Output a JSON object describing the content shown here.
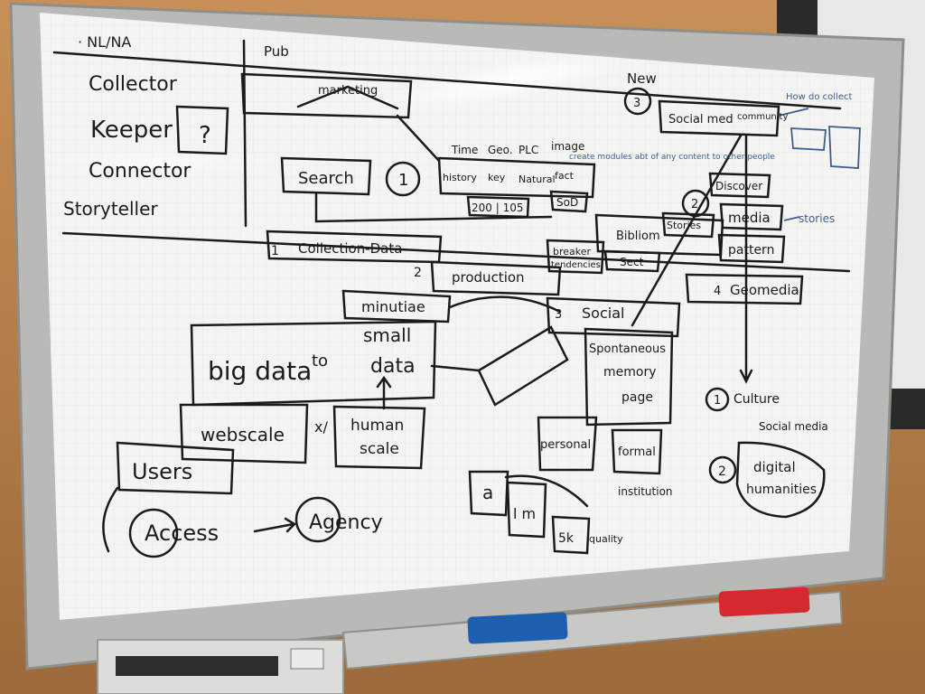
{
  "scene": {
    "subject": "whiteboard",
    "colors": {
      "wall": "#b07a45",
      "wall_right": "#e8e8e6",
      "frame": "#b9b9b6",
      "board": "#f4f5f3",
      "grid": "#dfe3e6",
      "ink": "#1b1b1b",
      "blue_ink": "#3d5f8f",
      "eraser_blue": "#1e5fb0",
      "eraser_red": "#d6282f"
    }
  },
  "board_text": {
    "left_list": [
      "· NL/NA",
      "Collector",
      "Keeper",
      "?",
      "Connector",
      "Storyteller"
    ],
    "top": {
      "pub": "Pub",
      "marketing": "marketing",
      "search": "Search",
      "num1": "1",
      "time": "Time",
      "geo": "Geo.",
      "plc": "PLC",
      "image": "image",
      "history": "history",
      "key": "key",
      "natural": "Natural",
      "fact": "fact",
      "nums": "200 | 105",
      "sod": "SoD"
    },
    "collection": {
      "num": "1",
      "label": "Collection-Data",
      "production_num": "2",
      "production": "production"
    },
    "middle": {
      "minutiae": "minutiae",
      "big_data": "big data",
      "to": "to",
      "small": "small",
      "data": "data",
      "webscale": "webscale",
      "x": "x/",
      "human": "human",
      "scale": "scale",
      "users": "Users",
      "access": "Access",
      "agency": "Agency"
    },
    "right": {
      "new": "New",
      "new_num": "3",
      "social_med": "Social med",
      "community": "community",
      "hw_collect": "How do collect",
      "create_note": "create modules abt of any content to other people",
      "num2": "2",
      "discover": "Discover",
      "bibliom": "Bibliom",
      "stories": "Stories",
      "media": "media",
      "stories_right": "stories",
      "breaker": "breaker",
      "tendencies": "tendencies",
      "sect": "Sect",
      "pattern": "pattern",
      "num4": "4",
      "geomedia": "Geomedia",
      "social_num": "3",
      "social": "Social",
      "spontaneous": "Spontaneous",
      "memory": "memory",
      "page": "page",
      "personal": "personal",
      "formal": "formal",
      "institution": "institution",
      "a": "a",
      "lm": "l m",
      "5k": "5k",
      "quality": "quality",
      "culture_num": "1",
      "culture": "Culture",
      "social_media": "Social media",
      "dh_num": "2",
      "digital": "digital",
      "humanities": "humanities"
    }
  }
}
